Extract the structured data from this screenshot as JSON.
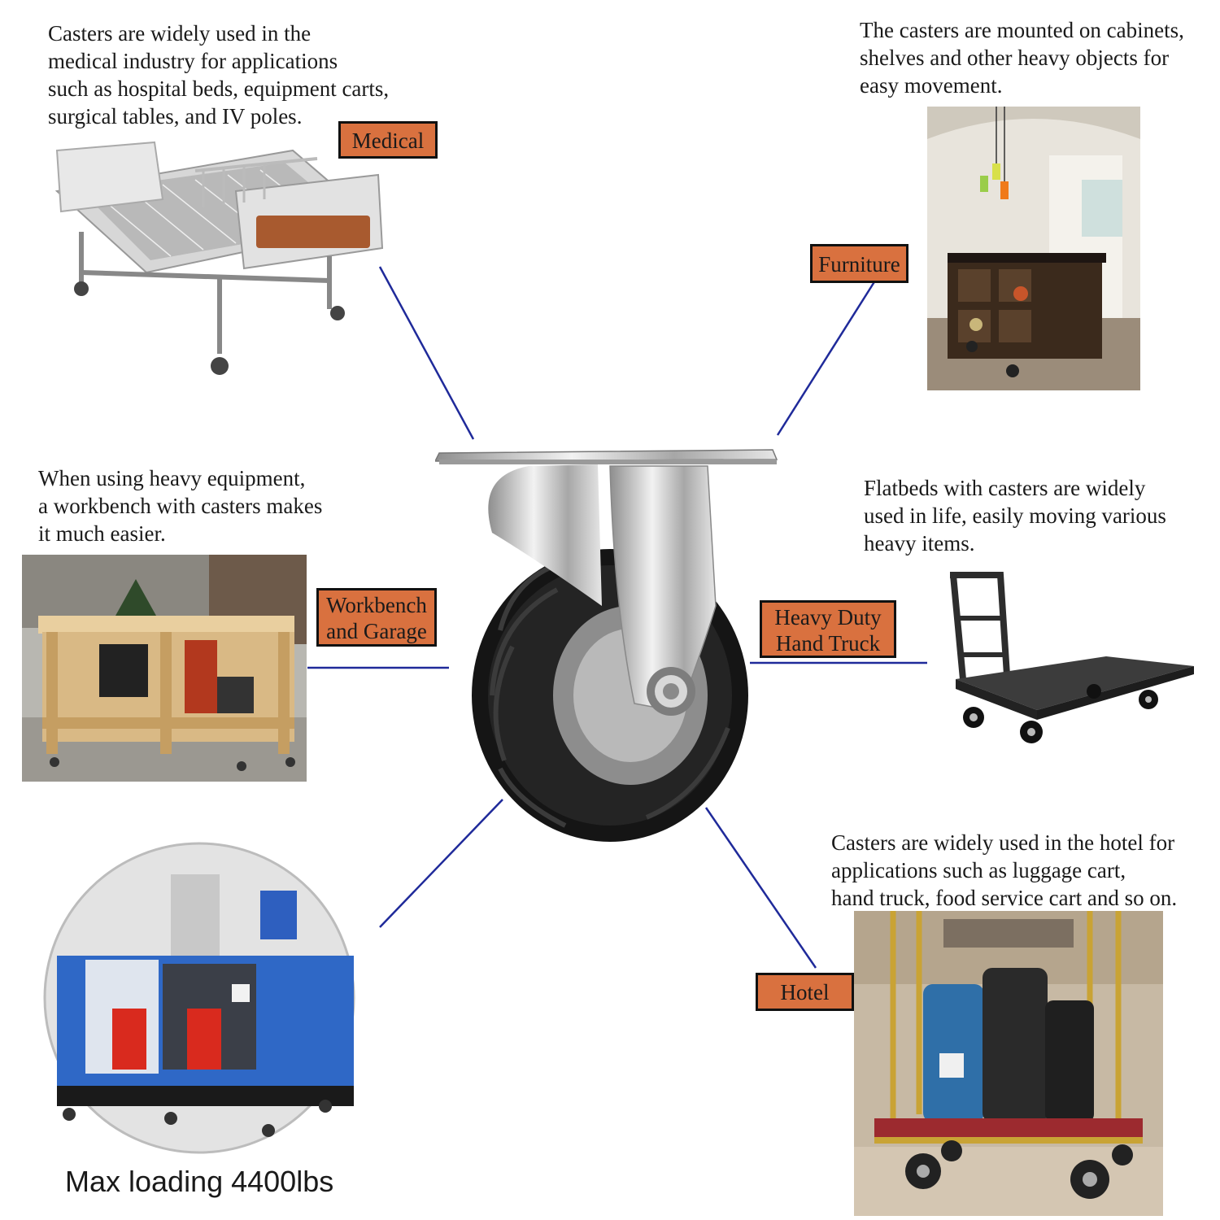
{
  "medical": {
    "caption": "Casters are widely used in the\nmedical industry for applications\nsuch as hospital beds, equipment carts,\nsurgical tables, and IV poles.",
    "label": "Medical"
  },
  "furniture": {
    "caption": "The casters are mounted on cabinets,\nshelves and other heavy objects for\neasy movement.",
    "label": "Furniture"
  },
  "workbench": {
    "caption": "When using heavy equipment,\na workbench with casters makes\nit much easier.",
    "label": "Workbench\nand Garage"
  },
  "hand_truck": {
    "caption": "Flatbeds with casters are widely\nused in life, easily moving various\nheavy items.",
    "label": "Heavy Duty\nHand Truck"
  },
  "hotel": {
    "caption": "Casters are widely used in the hotel for\napplications such as luggage cart,\nhand truck, food service cart and so on.",
    "label": "Hotel"
  },
  "industrial": {
    "caption": "Max loading 4400lbs"
  },
  "colors": {
    "label_fill": "#d9713f",
    "connector_line": "#1f2a9a"
  }
}
